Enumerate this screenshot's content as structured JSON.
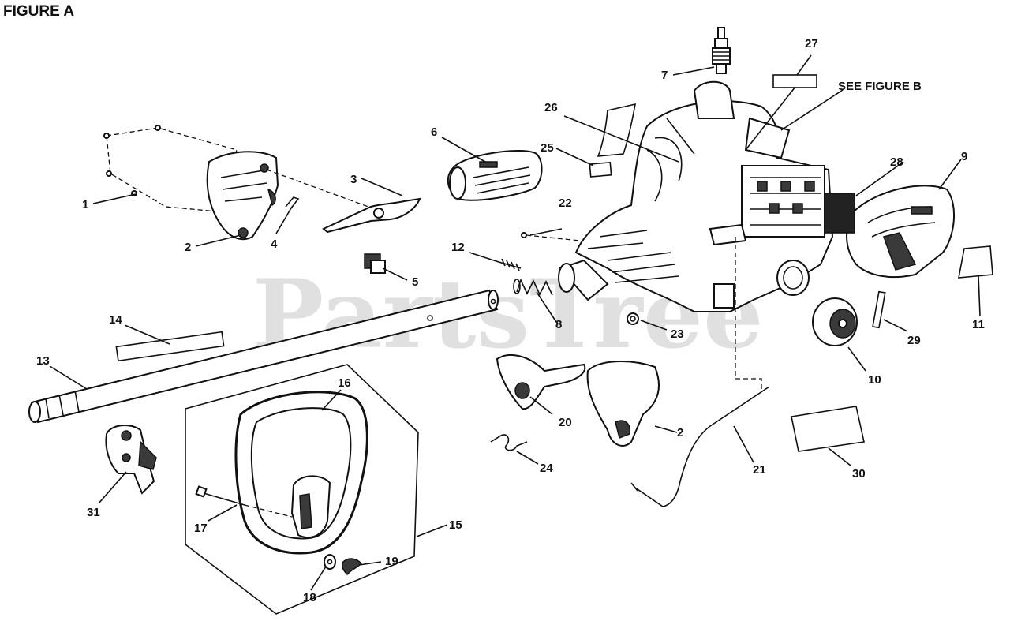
{
  "figure_title": "FIGURE A",
  "reference_note": "SEE FIGURE B",
  "watermark": "PartsTree",
  "callouts": {
    "c1": "1",
    "c2a": "2",
    "c2b": "2",
    "c3": "3",
    "c4": "4",
    "c5": "5",
    "c6": "6",
    "c7": "7",
    "c8": "8",
    "c9": "9",
    "c10": "10",
    "c11": "11",
    "c12": "12",
    "c13": "13",
    "c14": "14",
    "c15": "15",
    "c16": "16",
    "c17": "17",
    "c18": "18",
    "c19": "19",
    "c20": "20",
    "c21": "21",
    "c22": "22",
    "c23": "23",
    "c24": "24",
    "c25": "25",
    "c26": "26",
    "c27": "27",
    "c28": "28",
    "c29": "29",
    "c30": "30",
    "c31": "31"
  }
}
